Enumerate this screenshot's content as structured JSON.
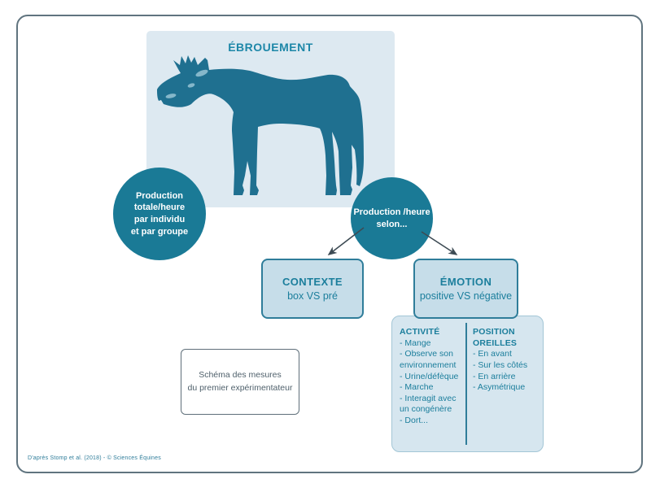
{
  "diagram": {
    "title": "ÉBROUEMENT",
    "footer": "D'après Stomp et al. (2018) - © Sciences Équines"
  },
  "circles": {
    "left": {
      "lines": [
        "Production",
        "totale/heure",
        "par individu",
        "et par groupe"
      ]
    },
    "right": {
      "lines": [
        "Production /heure",
        "selon..."
      ]
    }
  },
  "boxes": {
    "contexte": {
      "title": "CONTEXTE",
      "subtitle": "box VS pré"
    },
    "emotion": {
      "title": "ÉMOTION",
      "subtitle": "positive VS négative"
    },
    "note": {
      "lines": [
        "Schéma des mesures",
        "du premier expérimentateur"
      ]
    }
  },
  "lists": {
    "activite": {
      "title": "ACTIVITÉ",
      "items": [
        "- Mange",
        "- Observe son environnement",
        "- Urine/défèque",
        "- Marche",
        "- Interagit avec un congénère",
        "- Dort..."
      ]
    },
    "oreilles": {
      "title": "POSITION OREILLES",
      "items": [
        "- En avant",
        "- Sur les côtés",
        "- En arrière",
        "- Asymétrique"
      ]
    }
  },
  "graphics": {
    "icons": [
      "horse-silhouette-icon",
      "arrow-down-left-icon",
      "arrow-down-right-icon"
    ],
    "colors": {
      "accent_teal": "#1a7a96",
      "horse_teal": "#1f7090",
      "horse_highlight": "#85b7ca",
      "title_teal": "#1d87a8",
      "panel_bg": "#dde9f1",
      "box_fill": "#c6dde9",
      "box_border": "#2f7d9a",
      "list_fill": "#d6e6ef",
      "list_border": "#a3c6d6",
      "note_border": "#5f6f7a",
      "note_text": "#50616c",
      "arrow": "#3d4b54",
      "frame_border": "#60747f"
    }
  }
}
